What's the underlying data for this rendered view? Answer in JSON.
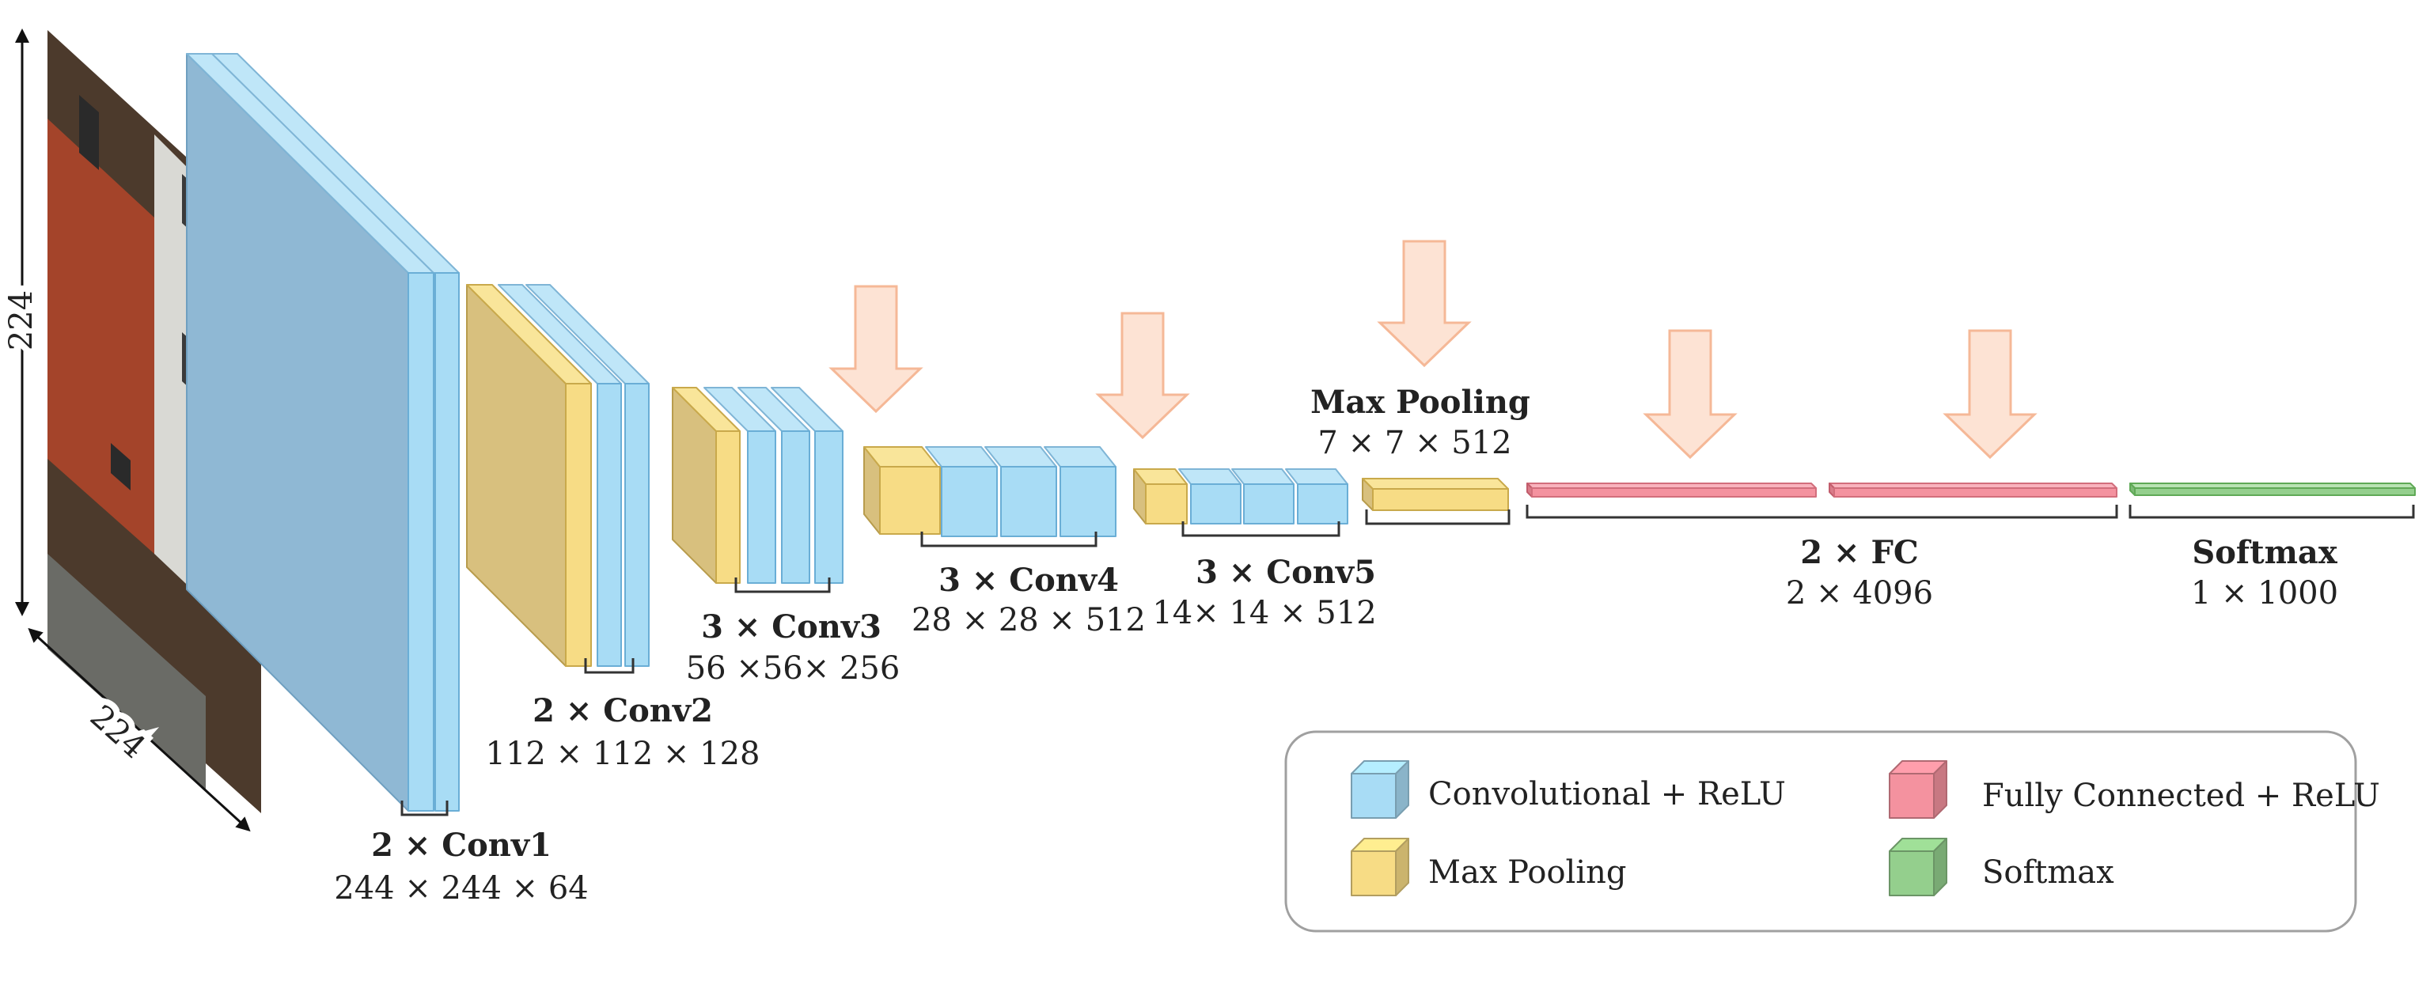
{
  "input": {
    "width_label": "224",
    "height_label": "224"
  },
  "stages": [
    {
      "id": "conv1",
      "title": "2 × Conv1",
      "dims": "244 × 244 × 64"
    },
    {
      "id": "conv2",
      "title": "2 × Conv2",
      "dims": "112 × 112 × 128"
    },
    {
      "id": "conv3",
      "title": "3 × Conv3",
      "dims": "56 ×56× 256"
    },
    {
      "id": "conv4",
      "title": "3 × Conv4",
      "dims": "28 × 28 × 512"
    },
    {
      "id": "conv5",
      "title": "3 × Conv5",
      "dims": "14× 14 × 512"
    },
    {
      "id": "maxpool",
      "title": "Max Pooling",
      "dims": "7 × 7 × 512"
    },
    {
      "id": "fc",
      "title": "2 × FC",
      "dims": "2 × 4096"
    },
    {
      "id": "softmax",
      "title": "Softmax",
      "dims": "1 ×  1000"
    }
  ],
  "legend": [
    {
      "label": "Convolutional + ReLU",
      "color": "#a8dcf5"
    },
    {
      "label": "Max Pooling",
      "color": "#f7dc85"
    },
    {
      "label": "Fully Connected + ReLU",
      "color": "#f4929f"
    },
    {
      "label": "Softmax",
      "color": "#94cf8d"
    }
  ],
  "colors": {
    "conv": "#a8dcf5",
    "pool": "#f7dc85",
    "fc": "#f4929f",
    "softmax": "#94cf8d",
    "arrow": "#fde3d4"
  }
}
